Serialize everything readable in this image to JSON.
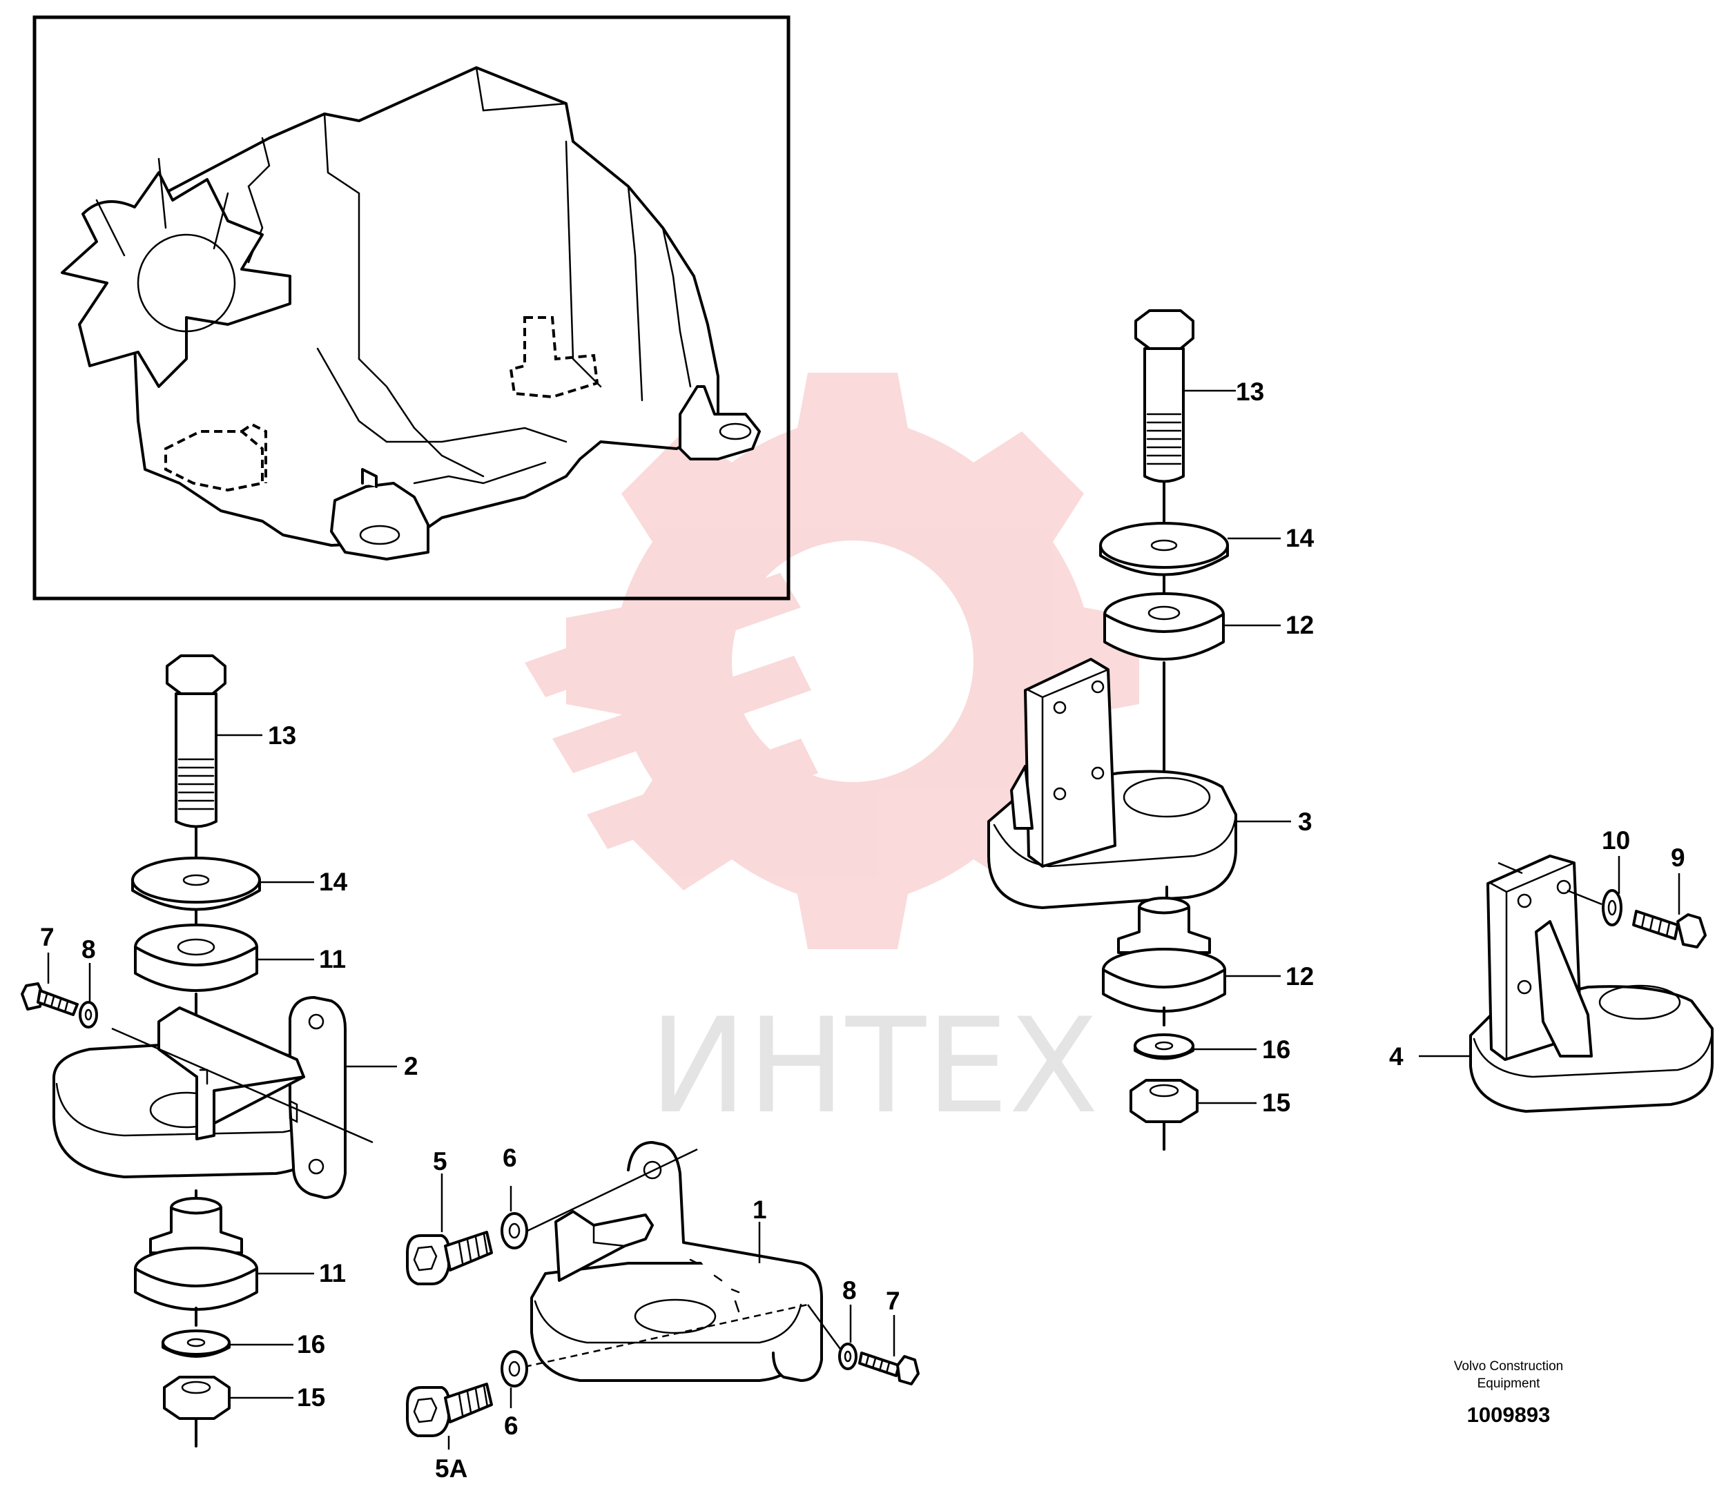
{
  "watermark": {
    "text": "ИНТЕХ",
    "gear_color": "#f5b5b5",
    "text_color": "#dcdcdc"
  },
  "callouts": {
    "c13_right": "13",
    "c14_right": "14",
    "c12_upper": "12",
    "c3": "3",
    "c12_lower": "12",
    "c16_right": "16",
    "c15_right": "15",
    "c13_left": "13",
    "c14_left": "14",
    "c11_upper": "11",
    "c2": "2",
    "c11_lower": "11",
    "c16_left": "16",
    "c15_left": "15",
    "c7_left": "7",
    "c8_left": "8",
    "c5": "5",
    "c6_upper": "6",
    "c1": "1",
    "c8_mid": "8",
    "c7_mid": "7",
    "c6_lower": "6",
    "c5a": "5A",
    "c10": "10",
    "c9": "9",
    "c4": "4"
  },
  "credit": {
    "line1": "Volvo Construction",
    "line2": "Equipment",
    "doc_number": "1009893"
  }
}
